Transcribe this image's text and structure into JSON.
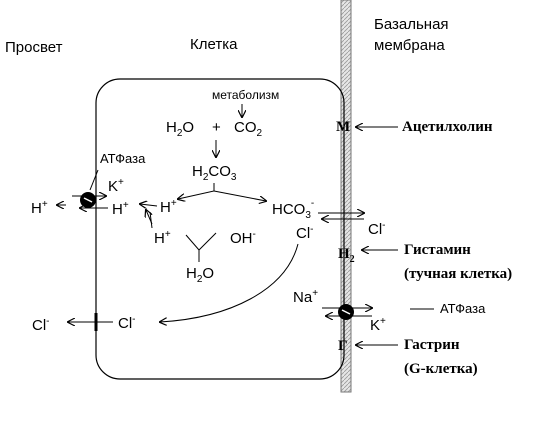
{
  "labels": {
    "lumen": "Просвет",
    "cell": "Клетка",
    "basal_membrane_line1": "Базальная",
    "basal_membrane_line2": "мембрана",
    "metabolism": "метаболизм",
    "h2o": "H2O",
    "plus": "+",
    "co2": "CO2",
    "h2co3": "H2CO3",
    "hco3": "HCO3",
    "h_plus_out": "H+",
    "h_plus_pump": "H+",
    "h_plus_mid": "H+",
    "h_plus_low": "H+",
    "oh_minus": "OH-",
    "h2o_low": "H2O",
    "k_plus_apical": "K+",
    "atpase_apical": "АТФаза",
    "cl_minus_basal": "Cl-",
    "cl_minus_cell": "Cl-",
    "cl_minus_inner": "Cl-",
    "cl_minus_lumen": "Cl-",
    "na_plus": "Na+",
    "k_plus_basal": "K+",
    "atpase_basal": "АТФаза",
    "receptor_m": "M",
    "receptor_h2": "H2",
    "receptor_g": "Г",
    "acetylcholine": "Ацетилхолин",
    "histamine": "Гистамин",
    "mast_cell": "(тучная клетка)",
    "gastrin": "Гастрин",
    "g_cell": "(G-клетка)"
  }
}
